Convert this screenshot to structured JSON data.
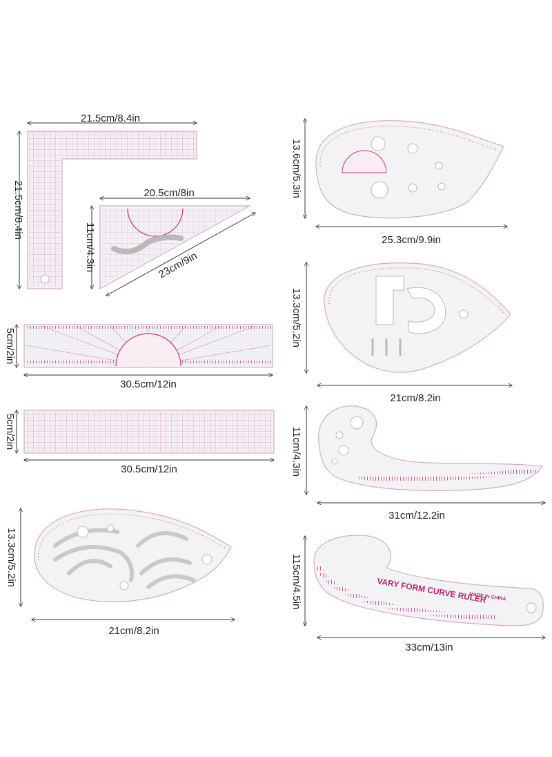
{
  "rulers": [
    {
      "name": "l-square",
      "width_label": "21.5cm/8.4in",
      "height_label": "21.5cm/8.4in"
    },
    {
      "name": "triangle",
      "width_label": "20.5cm/8in",
      "height_label": "11cm/4.3in",
      "hyp_label": "23cm/9in"
    },
    {
      "name": "protractor-strip",
      "width_label": "30.5cm/12in",
      "height_label": "5cm/2in"
    },
    {
      "name": "grid-strip",
      "width_label": "30.5cm/12in",
      "height_label": "5cm/2in"
    },
    {
      "name": "teardrop-curves",
      "width_label": "21cm/8.2in",
      "height_label": "13.3cm/5.2in"
    },
    {
      "name": "french-curve-large",
      "width_label": "25.3cm/9.9in",
      "height_label": "13.6cm/5.3in"
    },
    {
      "name": "teardrop-stencil",
      "width_label": "21cm/8.2in",
      "height_label": "13.3cm/5.2in"
    },
    {
      "name": "hip-curve",
      "width_label": "31cm/12.2in",
      "height_label": "11cm/4.3in"
    },
    {
      "name": "vary-form-curve",
      "width_label": "33cm/13in",
      "height_label": "115cm/4.5in",
      "print_text": "VARY FORM CURVE RULER",
      "made_in": "MADE IN CHINA"
    }
  ],
  "colors": {
    "accent": "#c8357f",
    "grid": "#e24fa8",
    "plastic": "#f3f3f5"
  }
}
